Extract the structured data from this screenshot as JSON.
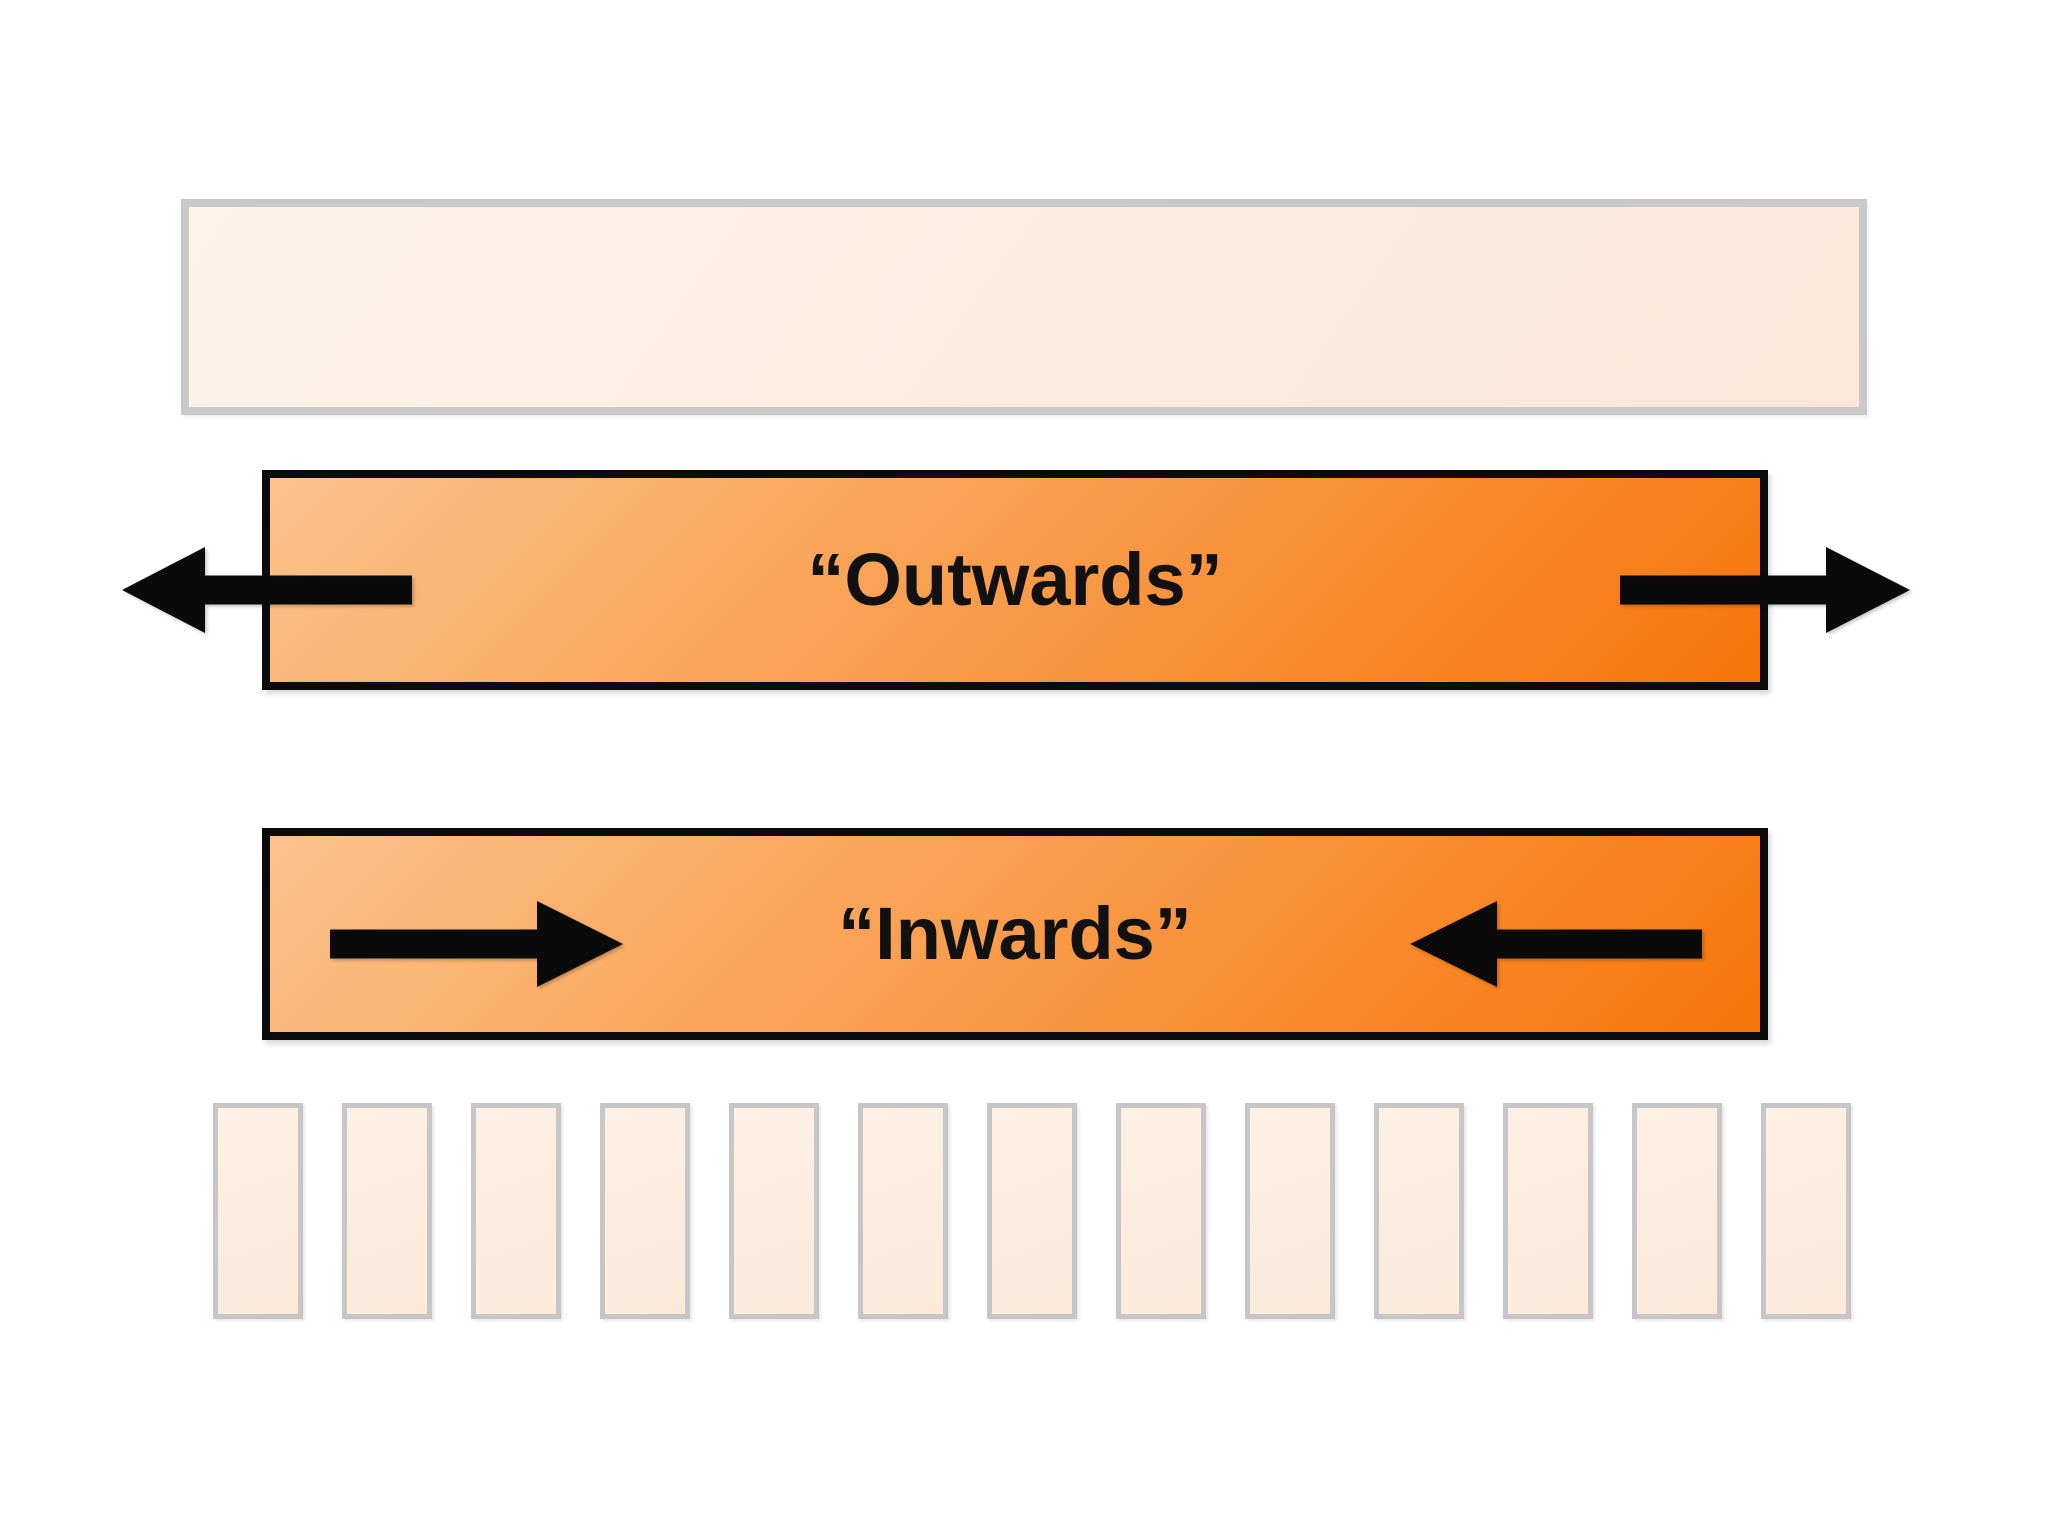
{
  "diagram": {
    "top_faded_bar": {
      "label": ""
    },
    "outwards_bar": {
      "label": "“Outwards”"
    },
    "inwards_bar": {
      "label": "“Inwards”"
    },
    "bottom_strip_count": 13
  },
  "arrows": {
    "outwards_left": "arrow-pointing-left",
    "outwards_right": "arrow-pointing-right",
    "inwards_left": "arrow-pointing-right",
    "inwards_right": "arrow-pointing-left"
  },
  "colors": {
    "bg": "#ffffff",
    "bar-grad-start": "#fbc38c",
    "bar-grad-end": "#f77408",
    "bar-border": "#0b0b0b",
    "faded-start": "#fdf3e9",
    "faded-end": "#fce7d8",
    "faded-border": "#c9c9c9",
    "strip-start": "#fdf0e4",
    "strip-end": "#fce9da",
    "strip-border": "#c6c6c6",
    "arrow": "#0a0a0a",
    "label": "#111111"
  }
}
